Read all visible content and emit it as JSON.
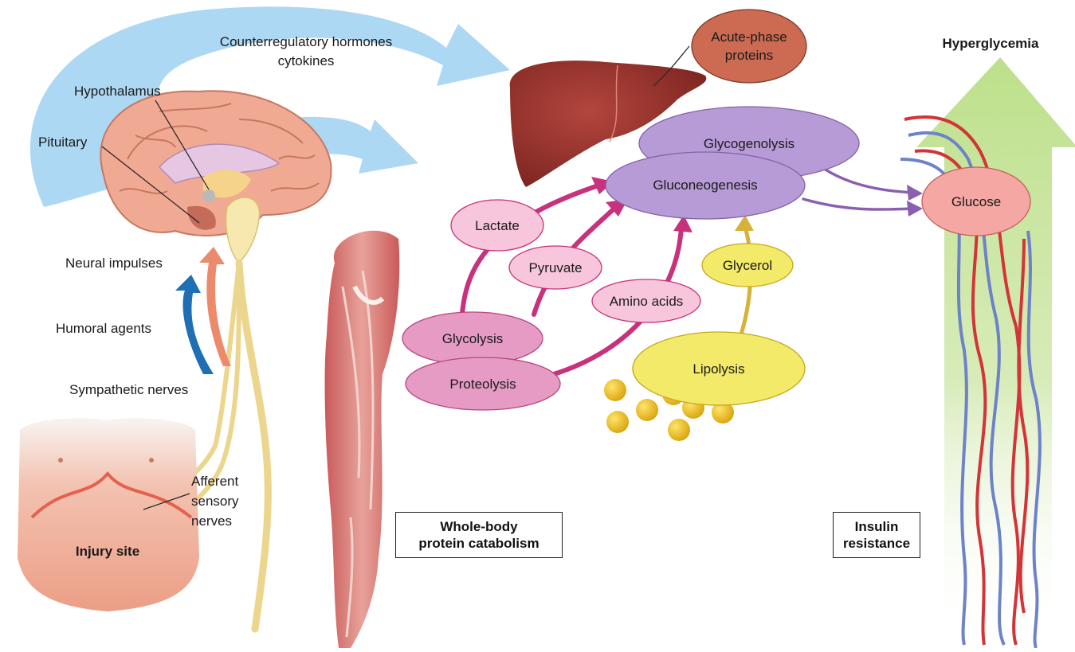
{
  "labels": {
    "counterregulatory_line1": "Counterregulatory hormones",
    "counterregulatory_line2": "cytokines",
    "hypothalamus": "Hypothalamus",
    "pituitary": "Pituitary",
    "neural_impulses": "Neural impulses",
    "humoral_agents": "Humoral agents",
    "sympathetic_nerves": "Sympathetic nerves",
    "afferent_line1": "Afferent",
    "afferent_line2": "sensory",
    "afferent_line3": "nerves",
    "injury_site": "Injury site",
    "hyperglycemia": "Hyperglycemia"
  },
  "nodes": {
    "acute_phase_line1": "Acute-phase",
    "acute_phase_line2": "proteins",
    "glycogenolysis": "Glycogenolysis",
    "gluconeogenesis": "Gluconeogenesis",
    "glucose": "Glucose",
    "lactate": "Lactate",
    "pyruvate": "Pyruvate",
    "amino_acids": "Amino acids",
    "glycerol": "Glycerol",
    "glycolysis": "Glycolysis",
    "proteolysis": "Proteolysis",
    "lipolysis": "Lipolysis"
  },
  "boxes": {
    "protein_line1": "Whole-body",
    "protein_line2": "protein catabolism",
    "insulin_line1": "Insulin",
    "insulin_line2": "resistance"
  },
  "colors": {
    "hormone_arrow": "#a9d6f2",
    "pink_node": "#f7c6dc",
    "purple_node": "#b79bd6",
    "yellow_node": "#f3ea6a",
    "acute_phase_node": "#cc6a52",
    "glucose_node": "#f4a7a3",
    "magenta_arrow": "#c8317c",
    "purple_arrow": "#8a5fb0",
    "gold_arrow": "#d7b23a",
    "hyperglycemia_arrow": "#c6e39a"
  }
}
